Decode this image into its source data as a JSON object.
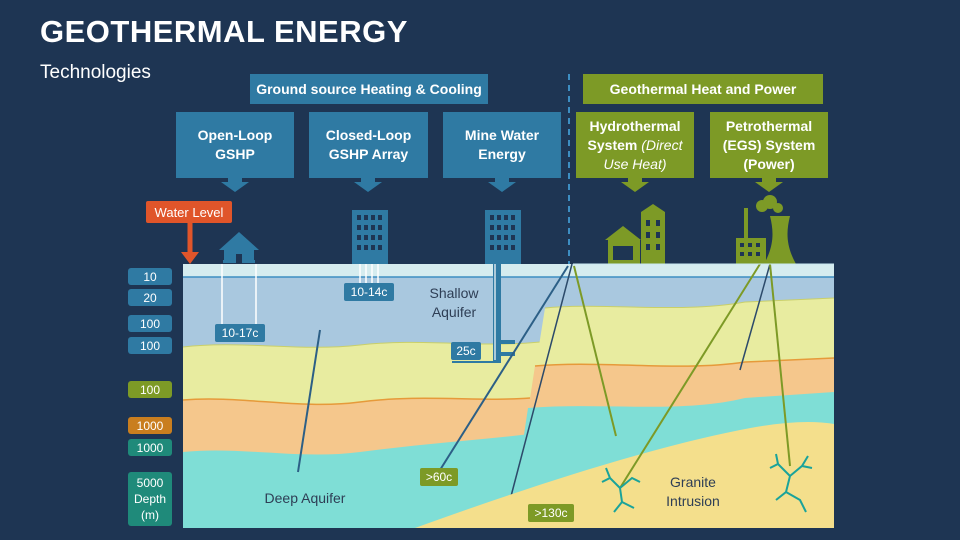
{
  "title": "GEOTHERMAL ENERGY",
  "subtitle": "Technologies",
  "groups": {
    "ground_source": "Ground source Heating & Cooling",
    "geothermal_power": "Geothermal Heat and Power"
  },
  "cards": {
    "open_loop": {
      "line1": "Open-Loop",
      "line2": "GSHP"
    },
    "closed_loop": {
      "line1": "Closed-Loop",
      "line2": "GSHP Array"
    },
    "mine_water": {
      "line1": "Mine Water",
      "line2": "Energy"
    },
    "hydrothermal": {
      "line1": "Hydrothermal",
      "line2": "System",
      "line2_italic": "(Direct",
      "line3_italic": "Use Heat)"
    },
    "petrothermal": {
      "line1": "Petrothermal",
      "line2": "(EGS) System",
      "line3": "(Power)"
    }
  },
  "water_level": "Water Level",
  "depths": [
    "10",
    "20",
    "100",
    "100",
    "100",
    "1000",
    "1000"
  ],
  "depth_last": {
    "value": "5000",
    "line2": "Depth",
    "line3": "(m)"
  },
  "temps": {
    "open_loop": "10-17c",
    "closed_loop": "10-14c",
    "mine_water": "25c",
    "deep": ">60c",
    "granite": ">130c"
  },
  "layers": {
    "shallow_line1": "Shallow",
    "shallow_line2": "Aquifer",
    "deep": "Deep Aquifer",
    "granite_line1": "Granite",
    "granite_line2": "Intrusion"
  },
  "colors": {
    "background": "#1e3553",
    "blue_accent": "#2f7aa3",
    "green_accent": "#7d9a26",
    "water_level": "#e0552a",
    "shallow_aquifer": "#a9c8df",
    "yellow_layer": "#e8eca0",
    "orange_layer": "#f5c78c",
    "deep_aquifer": "#7fded6",
    "granite": "#f4df8c"
  }
}
